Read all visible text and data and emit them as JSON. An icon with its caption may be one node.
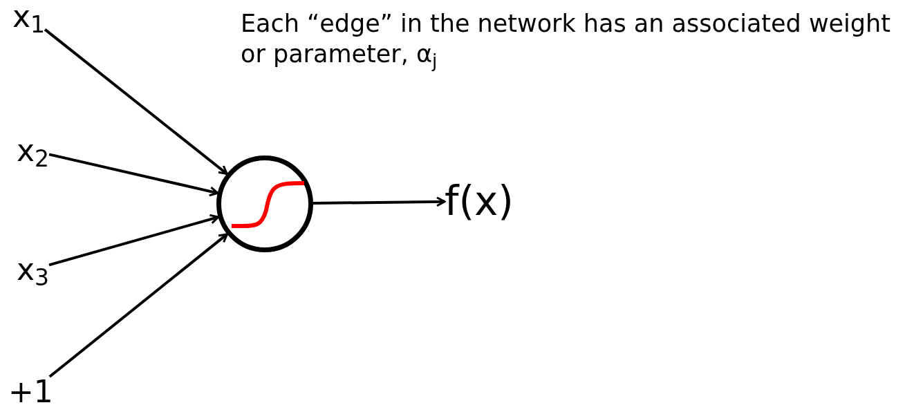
{
  "diagram": {
    "nodes": [
      {
        "text": [
          "x$_{1}$"
        ]
      },
      {
        "text": [
          "x$_{2}$"
        ]
      },
      {
        "text": [
          "x$_{3}$"
        ]
      },
      {
        "text": [
          "+1"
        ]
      },
      {
        "text": [],
        "shape": "circle"
      },
      {
        "text": [
          "f(x)"
        ]
      }
    ],
    "edges": [
      {
        "from": 0,
        "to": 4,
        "arrow": "to"
      },
      {
        "from": 1,
        "to": 4,
        "arrow": "to"
      },
      {
        "from": 2,
        "to": 4,
        "arrow": "to"
      },
      {
        "from": 3,
        "to": 4,
        "arrow": "to"
      },
      {
        "from": 4,
        "to": 5,
        "arrow": "to"
      }
    ],
    "labels": [
      "Each “edge” in the network has an associated weight or parameter, α$_{j}$"
    ]
  }
}
